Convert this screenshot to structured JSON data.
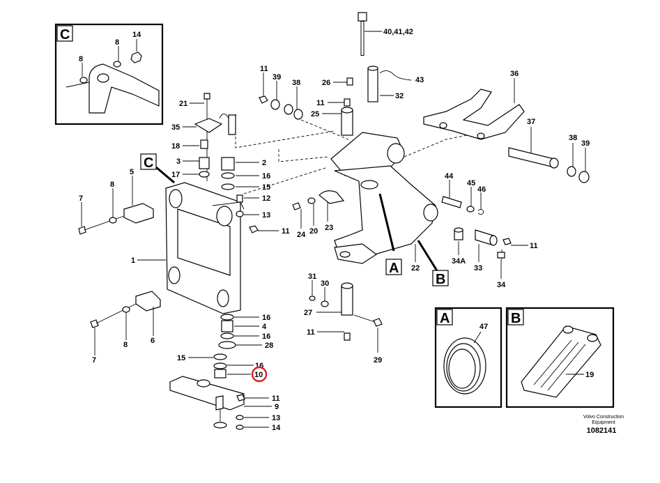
{
  "diagram": {
    "callouts": {
      "c1": "1",
      "c2": "2",
      "c3": "3",
      "c4": "4",
      "c5": "5",
      "c6": "6",
      "c7": "7",
      "c8": "8",
      "c9": "9",
      "c10": "10",
      "c11": "11",
      "c12": "12",
      "c13": "13",
      "c14": "14",
      "c15": "15",
      "c16": "16",
      "c17": "17",
      "c18": "18",
      "c19": "19",
      "c20": "20",
      "c21": "21",
      "c22": "22",
      "c23": "23",
      "c24": "24",
      "c25": "25",
      "c26": "26",
      "c27": "27",
      "c28": "28",
      "c29": "29",
      "c30": "30",
      "c31": "31",
      "c32": "32",
      "c33": "33",
      "c34": "34",
      "c34a": "34A",
      "c35": "35",
      "c36": "36",
      "c37": "37",
      "c38": "38",
      "c39": "39",
      "c40": "40,41,42",
      "c43": "43",
      "c44": "44",
      "c45": "45",
      "c46": "46",
      "c47": "47"
    },
    "detail_letters": {
      "a": "A",
      "b": "B",
      "c": "C"
    },
    "highlight_color": "#e01b1b",
    "credit": {
      "line1": "Volvo Construction",
      "line2": "Equipment",
      "number": "1082141"
    }
  }
}
